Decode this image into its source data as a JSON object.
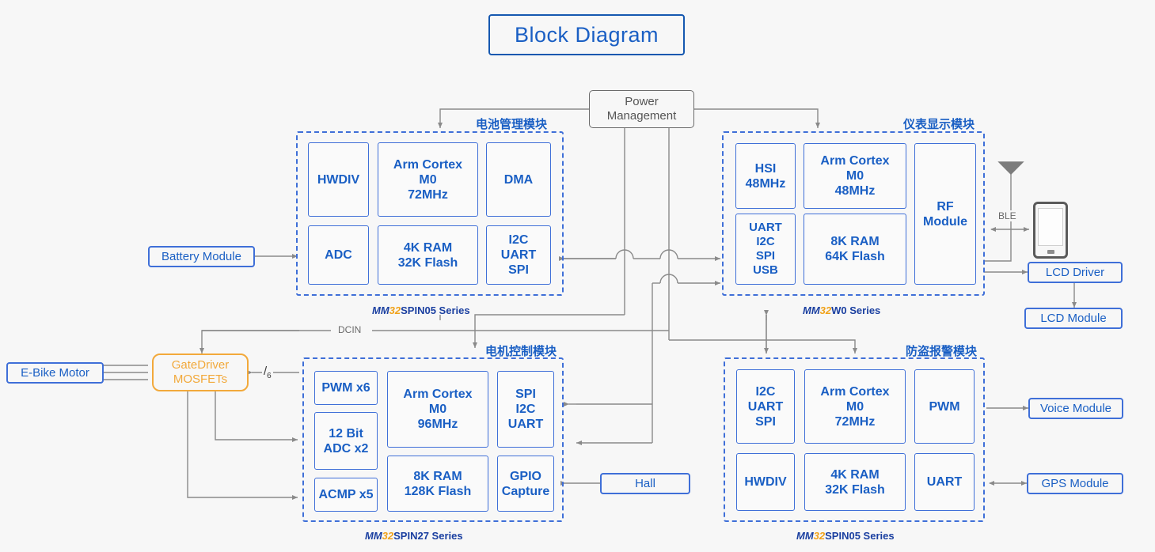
{
  "title": "Block Diagram",
  "colors": {
    "accent_blue": "#1a5fc4",
    "box_blue": "#3f6fd8",
    "orange": "#f2a93b",
    "wire_gray": "#8a8a8a",
    "background": "#f7f7f7"
  },
  "power_management": {
    "label": "Power\nManagement",
    "line1": "Power",
    "line2": "Management"
  },
  "modules": [
    {
      "id": "battery-management",
      "label": "电池管理模块",
      "series_prefix": "MM",
      "series_num": "32",
      "series_rest": "SPIN05 Series",
      "cells": [
        {
          "name": "hwdiv",
          "text": "HWDIV"
        },
        {
          "name": "arm-cortex-m0-72mhz",
          "text": "Arm Cortex\nM0\n72MHz"
        },
        {
          "name": "dma",
          "text": "DMA"
        },
        {
          "name": "adc",
          "text": "ADC"
        },
        {
          "name": "ram-flash",
          "text": "4K RAM\n32K Flash"
        },
        {
          "name": "i2c-uart-spi",
          "text": "I2C\nUART\nSPI"
        }
      ]
    },
    {
      "id": "instrument-display",
      "label": "仪表显示模块",
      "series_prefix": "MM",
      "series_num": "32",
      "series_rest": "W0 Series",
      "cells": [
        {
          "name": "hsi-48mhz",
          "text": "HSI\n48MHz"
        },
        {
          "name": "arm-cortex-m0-48mhz",
          "text": "Arm Cortex\nM0\n48MHz"
        },
        {
          "name": "rf-module",
          "text": "RF\nModule"
        },
        {
          "name": "uart-i2c-spi-usb",
          "text": "UART\nI2C\nSPI\nUSB"
        },
        {
          "name": "ram-flash",
          "text": "8K RAM\n64K Flash"
        }
      ]
    },
    {
      "id": "motor-control",
      "label": "电机控制模块",
      "series_prefix": "MM",
      "series_num": "32",
      "series_rest": "SPIN27 Series",
      "cells": [
        {
          "name": "pwm-x6",
          "text": "PWM x6"
        },
        {
          "name": "adc-12bit-x2",
          "text": "12 Bit\nADC x2"
        },
        {
          "name": "acmp-x5",
          "text": "ACMP x5"
        },
        {
          "name": "arm-cortex-m0-96mhz",
          "text": "Arm Cortex\nM0\n96MHz"
        },
        {
          "name": "ram-flash",
          "text": "8K RAM\n128K Flash"
        },
        {
          "name": "spi-i2c-uart",
          "text": "SPI\nI2C\nUART"
        },
        {
          "name": "gpio-capture",
          "text": "GPIO\nCapture"
        }
      ]
    },
    {
      "id": "anti-theft-alarm",
      "label": "防盗报警模块",
      "series_prefix": "MM",
      "series_num": "32",
      "series_rest": "SPIN05 Series",
      "cells": [
        {
          "name": "i2c-uart-spi",
          "text": "I2C\nUART\nSPI"
        },
        {
          "name": "arm-cortex-m0-72mhz",
          "text": "Arm Cortex\nM0\n72MHz"
        },
        {
          "name": "pwm",
          "text": "PWM"
        },
        {
          "name": "hwdiv",
          "text": "HWDIV"
        },
        {
          "name": "ram-flash",
          "text": "4K RAM\n32K Flash"
        },
        {
          "name": "uart",
          "text": "UART"
        }
      ]
    }
  ],
  "peripherals": {
    "battery_module": "Battery Module",
    "ebike_motor": "E-Bike Motor",
    "gate_driver_line1": "GateDriver",
    "gate_driver_line2": "MOSFETs",
    "hall": "Hall",
    "lcd_driver": "LCD Driver",
    "lcd_module": "LCD Module",
    "voice_module": "Voice Module",
    "gps_module": "GPS Module"
  },
  "wire_labels": {
    "dcin": "DCIN",
    "ble": "BLE",
    "bus_width_slash": "/",
    "bus_width_num": "6"
  },
  "icons": {
    "antenna": "antenna-icon",
    "smartphone": "smartphone-icon"
  }
}
